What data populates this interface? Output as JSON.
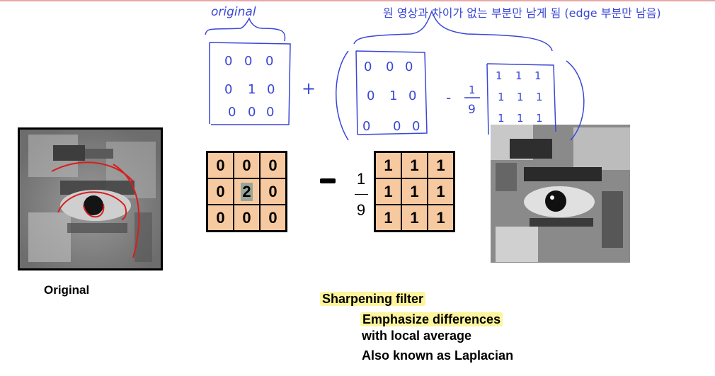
{
  "kernel_identity": {
    "rows": [
      [
        "0",
        "0",
        "0"
      ],
      [
        "0",
        "2",
        "0"
      ],
      [
        "0",
        "0",
        "0"
      ]
    ]
  },
  "kernel_box": {
    "rows": [
      [
        "1",
        "1",
        "1"
      ],
      [
        "1",
        "1",
        "1"
      ],
      [
        "1",
        "1",
        "1"
      ]
    ]
  },
  "fraction": {
    "numerator": "1",
    "denominator": "9"
  },
  "captions": {
    "original": "Original"
  },
  "sharpening": {
    "title": "Sharpening filter",
    "line1": "Emphasize differences",
    "line2": "with local average",
    "line3": "Also known as Laplacian"
  },
  "annotations": {
    "original_label": "original",
    "top_note": "원 영상과 차이가 없는 부분만 남게 됨 (edge 부분만 남음)",
    "hand_matrix_a": [
      [
        "0",
        "0",
        "0"
      ],
      [
        "0",
        "1",
        "0"
      ],
      [
        "0",
        "0",
        "0"
      ]
    ],
    "hand_matrix_b": [
      [
        "0",
        "0",
        "0"
      ],
      [
        "0",
        "1",
        "0"
      ],
      [
        "0",
        "0",
        "0"
      ]
    ],
    "hand_matrix_c": [
      [
        "1",
        "1",
        "1"
      ],
      [
        "1",
        "1",
        "1"
      ],
      [
        "1",
        "1",
        "1"
      ]
    ],
    "hand_fraction": {
      "numerator": "1",
      "denominator": "9"
    },
    "plus_sign": "+",
    "minus_sign": "-"
  },
  "colors": {
    "kernel_fill": "#f7c9a0",
    "annotation_pen": "#3a47d6",
    "highlight": "#fdf59c",
    "contour_pen": "#d81e1e"
  }
}
